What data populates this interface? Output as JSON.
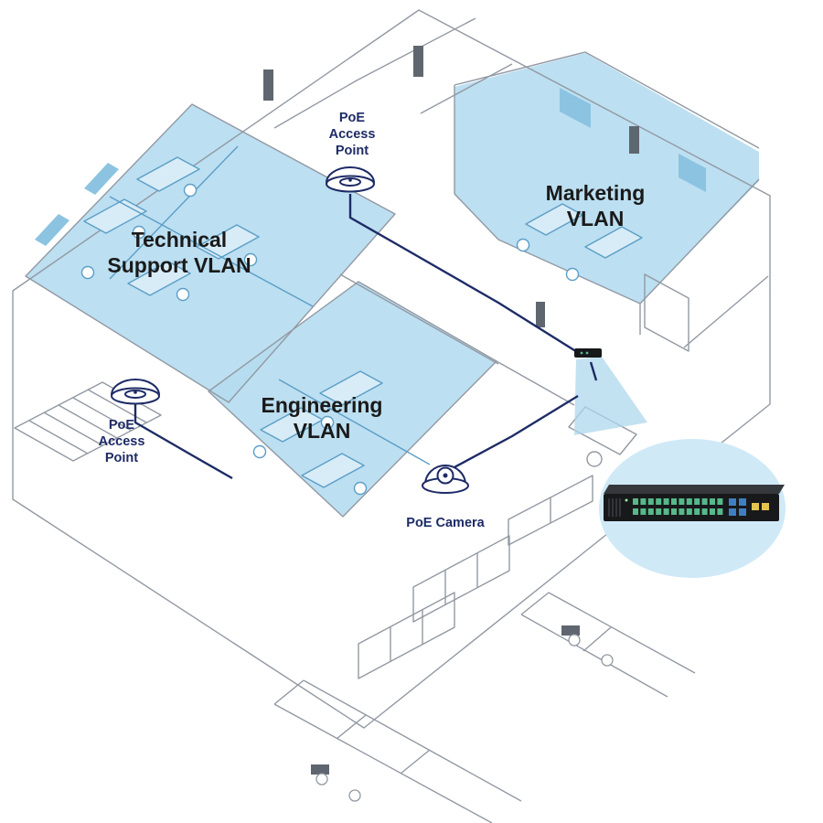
{
  "diagram": {
    "type": "isometric-office-vlan-network-diagram",
    "labels": {
      "technical_support": {
        "line1": "Technical",
        "line2": "Support VLAN"
      },
      "marketing": {
        "line1": "Marketing",
        "line2": "VLAN"
      },
      "engineering": {
        "line1": "Engineering",
        "line2": "VLAN"
      },
      "poe_ap_top": {
        "line1": "PoE",
        "line2": "Access",
        "line3": "Point"
      },
      "poe_ap_left": {
        "line1": "PoE",
        "line2": "Access",
        "line3": "Point"
      },
      "poe_camera": {
        "line1": "PoE Camera"
      }
    },
    "devices": [
      {
        "id": "poe-access-point-top",
        "icon": "access-point-icon"
      },
      {
        "id": "poe-access-point-left",
        "icon": "access-point-icon"
      },
      {
        "id": "poe-camera",
        "icon": "dome-camera-icon"
      },
      {
        "id": "wall-mounted-switch",
        "icon": "small-switch-icon"
      },
      {
        "id": "poe-switch-callout",
        "icon": "rack-switch-icon"
      }
    ],
    "colors": {
      "highlight": "#b5dcef",
      "highlight_dark": "#8cc3e1",
      "wall": "#9299a3",
      "navy": "#1d2b66",
      "furniture_blue": "#5b9ec7",
      "ellipse": "#cfe9f7",
      "text": "#1a1a1a"
    },
    "switch": {
      "rows": 2,
      "per_row": 12,
      "colors": {
        "green": "#57b88a",
        "blue": "#3f7fc1",
        "yellow": "#e4c44e"
      }
    }
  }
}
